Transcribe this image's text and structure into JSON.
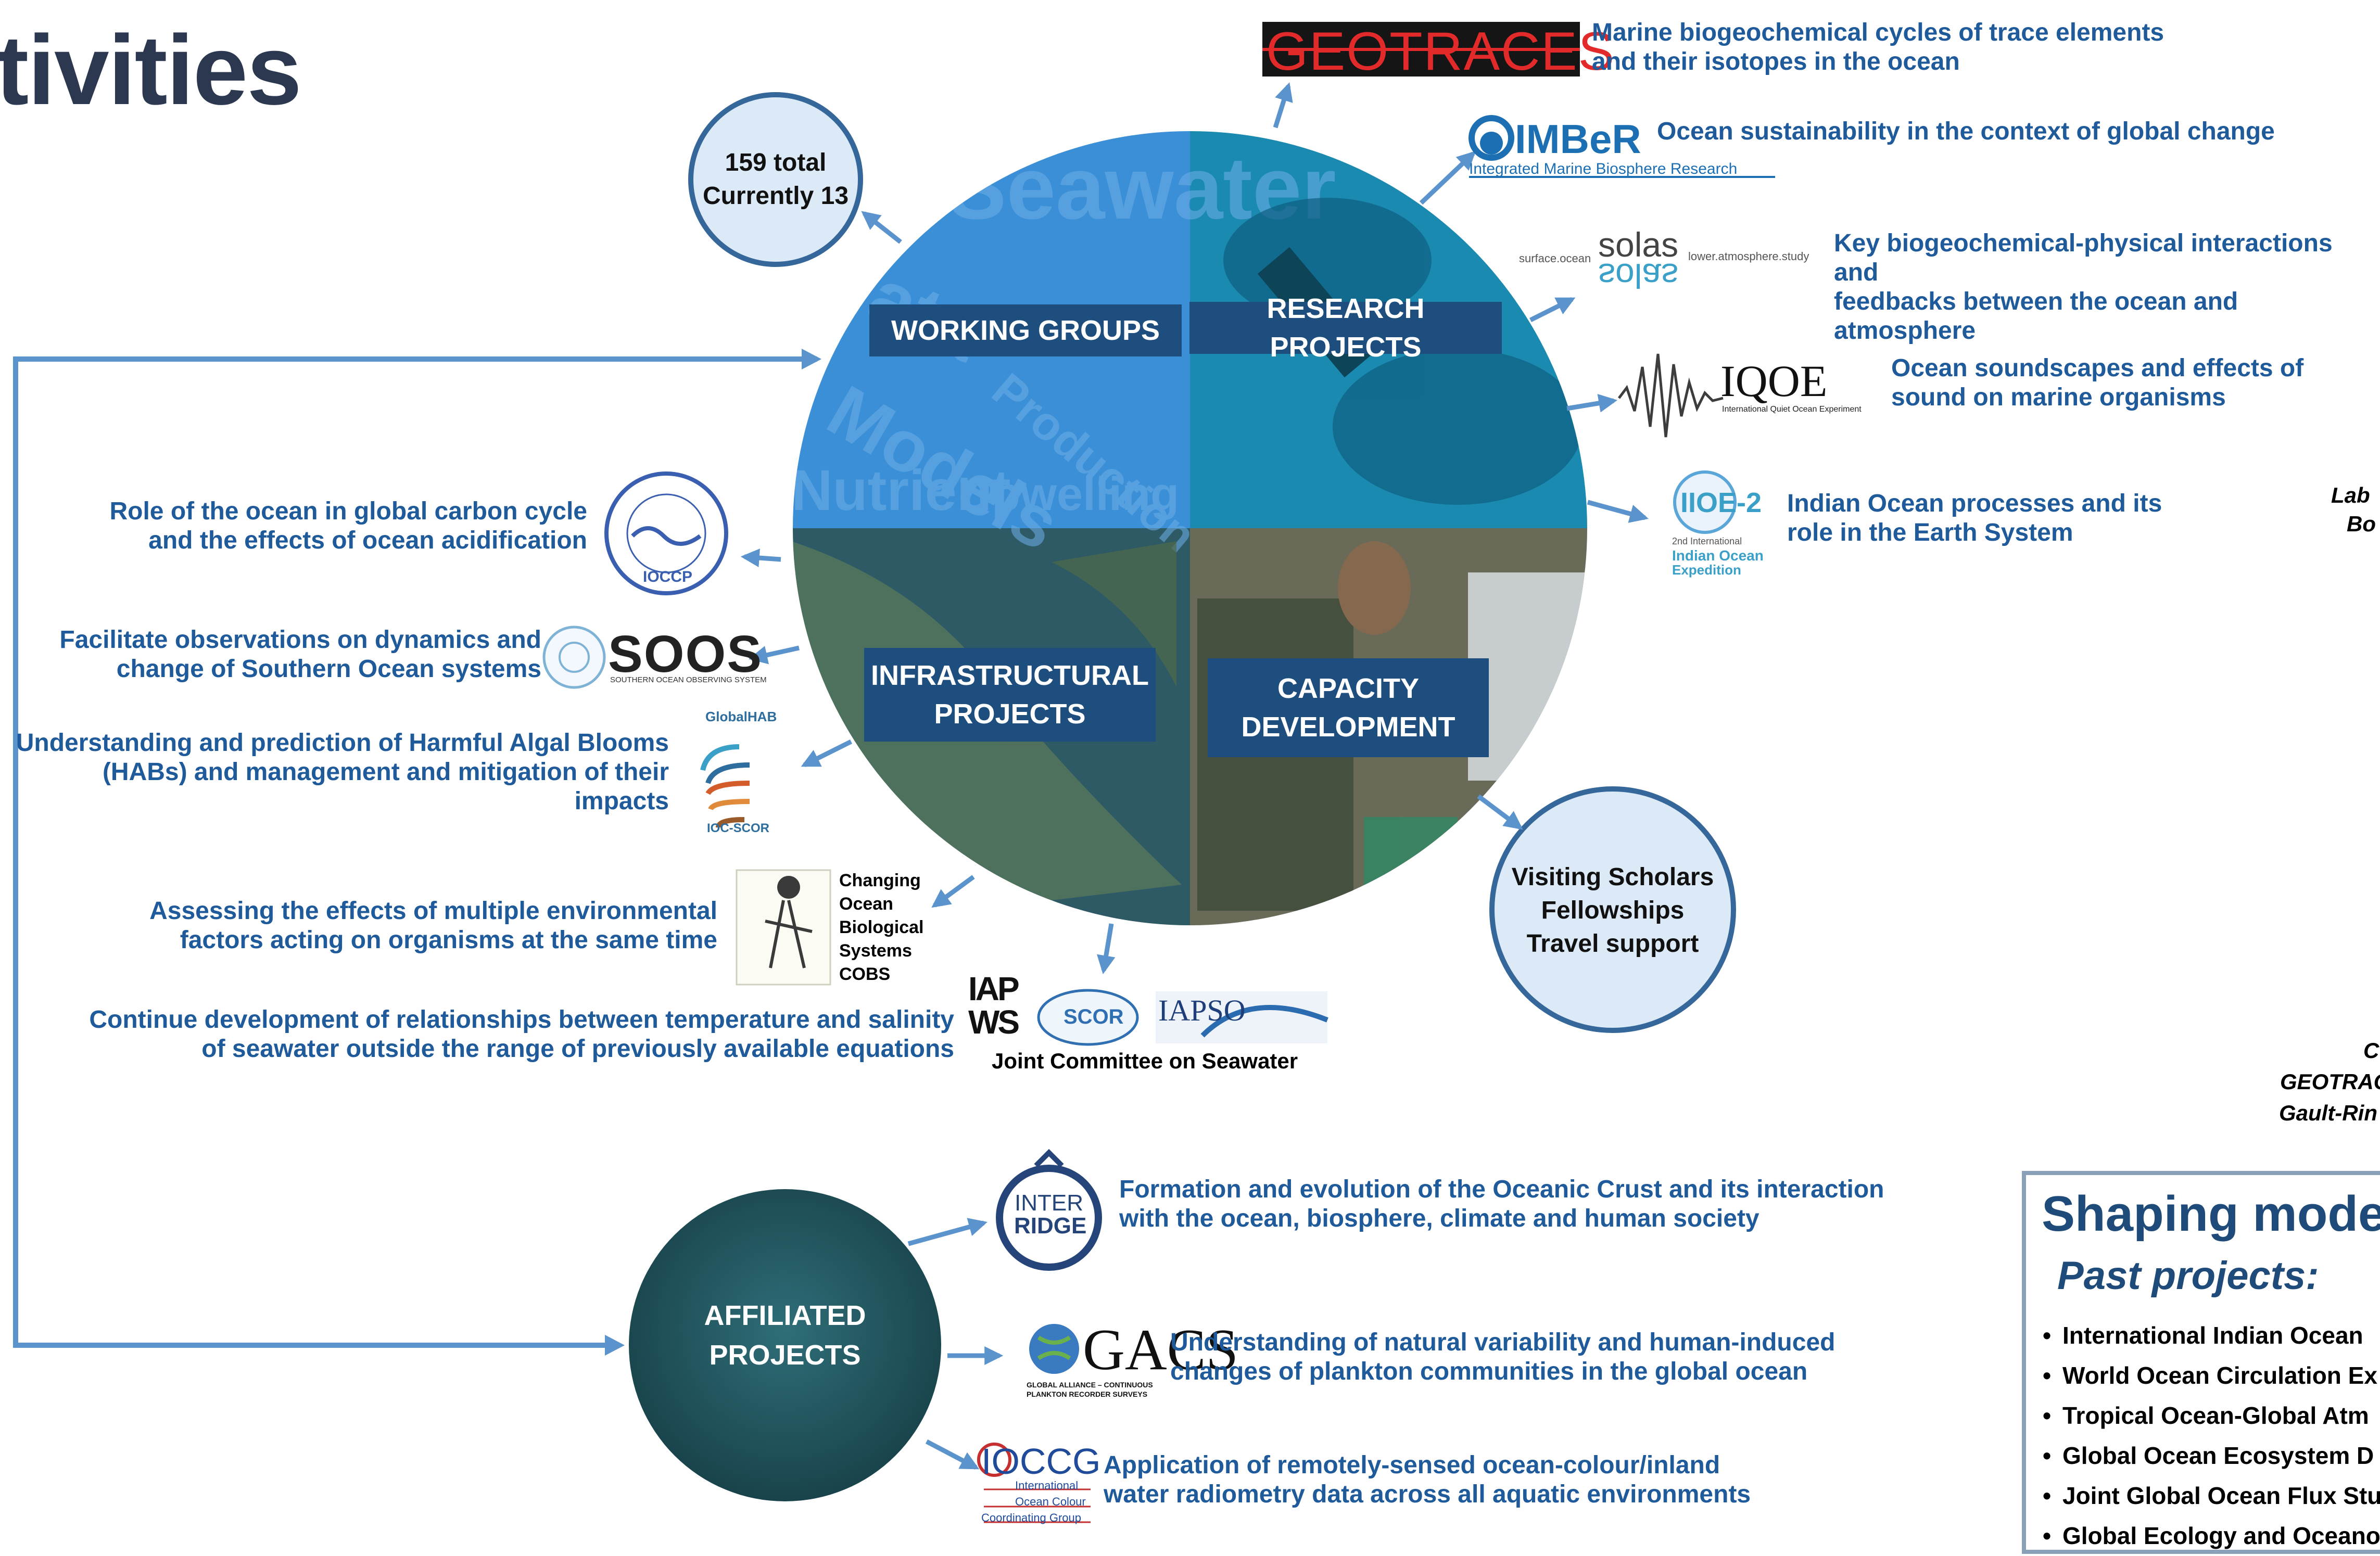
{
  "title_fragment": "tivities",
  "wg_stats": {
    "line1": "159 total",
    "line2": "Currently 13"
  },
  "quadrants": {
    "working_groups": "WORKING GROUPS",
    "research_projects": "RESEARCH PROJECTS",
    "infrastructural_line1": "INFRASTRUCTURAL",
    "infrastructural_line2": "PROJECTS",
    "capacity_line1": "CAPACITY",
    "capacity_line2": "DEVELOPMENT"
  },
  "capacity_circle": {
    "line1": "Visiting Scholars",
    "line2": "Fellowships",
    "line3": "Travel support"
  },
  "affiliated": {
    "line1": "AFFILIATED",
    "line2": "PROJECTS"
  },
  "research": [
    {
      "logo": "GEOTRACES",
      "line1": "Marine biogeochemical cycles of trace elements",
      "line2": "and their isotopes in the ocean"
    },
    {
      "logo": "IMBeR",
      "logo_sub": "Integrated Marine Biosphere Research",
      "line1": "Ocean sustainability in the context of global change"
    },
    {
      "logo": "solas",
      "logo_left": "surface.ocean",
      "logo_right": "lower.atmosphere.study",
      "line1": "Key biogeochemical-physical interactions and",
      "line2": "feedbacks between the ocean and atmosphere"
    },
    {
      "logo": "IQOE",
      "logo_sub": "International Quiet Ocean Experiment",
      "line1": "Ocean soundscapes and effects of",
      "line2": "sound on marine organisms"
    },
    {
      "logo": "IIOE-2",
      "logo_sub1": "2nd International",
      "logo_sub2": "Indian Ocean",
      "logo_sub3": "Expedition",
      "line1": "Indian Ocean processes and its",
      "line2": "role in the Earth System"
    }
  ],
  "infrastructure": [
    {
      "logo": "IOCCP",
      "line1": "Role of the ocean in global carbon cycle",
      "line2": "and the effects of ocean acidification"
    },
    {
      "logo": "SOOS",
      "logo_sub": "SOUTHERN OCEAN OBSERVING SYSTEM",
      "line1": "Facilitate observations on dynamics and",
      "line2": "change of Southern Ocean systems"
    },
    {
      "logo_top": "GlobalHAB",
      "logo_bottom": "IOC-SCOR",
      "line1": "Understanding and prediction of Harmful Algal Blooms",
      "line2": "(HABs) and management and mitigation of their impacts"
    },
    {
      "logo_lines": [
        "Changing",
        "Ocean",
        "Biological",
        "Systems",
        "COBS"
      ],
      "line1": "Assessing the effects of multiple environmental",
      "line2": "factors acting on organisms at the same time"
    },
    {
      "logos": [
        "IAPWS",
        "SCOR",
        "IAPSO"
      ],
      "caption": "Joint Committee on Seawater",
      "line1": "Continue development of relationships between temperature and salinity",
      "line2": "of seawater outside the range of previously available equations"
    }
  ],
  "affiliated_projects": [
    {
      "logo": "INTER RIDGE",
      "logo_line1": "INTER",
      "logo_line2": "RIDGE",
      "line1": "Formation and evolution of the Oceanic Crust and its interaction",
      "line2": "with the ocean, biosphere, climate and human society"
    },
    {
      "logo": "GACS",
      "logo_sub": "GLOBAL ALLIANCE – CONTINUOUS PLANKTON RECORDER SURVEYS",
      "line1": "Understanding of natural variability and human-induced",
      "line2": "changes of plankton communities in the global ocean"
    },
    {
      "logo": "IOCCG",
      "logo_sub1": "International",
      "logo_sub2": "Ocean Colour",
      "logo_sub3": "Coordinating Group",
      "line1": "Application of remotely-sensed ocean-colour/inland",
      "line2": "water radiometry data across all aquatic environments"
    }
  ],
  "right_fragments": {
    "lab1": "Lab",
    "lab2": "Bo",
    "credit1": "C",
    "credit2": "GEOTRAC",
    "credit3": "Gault-Rin"
  },
  "shaping": {
    "title": "Shaping moder",
    "subtitle": "Past projects:",
    "items": [
      "International Indian Ocean",
      "World Ocean Circulation Ex",
      "Tropical Ocean-Global Atm",
      "Global Ocean Ecosystem D",
      "Joint Global Ocean Flux Stu",
      "Global Ecology and Oceano"
    ]
  },
  "colors": {
    "arrow": "#5b93cc",
    "navy_label": "#1e4e7e",
    "desc_text": "#1f5a9a",
    "title_text": "#2b3850"
  }
}
